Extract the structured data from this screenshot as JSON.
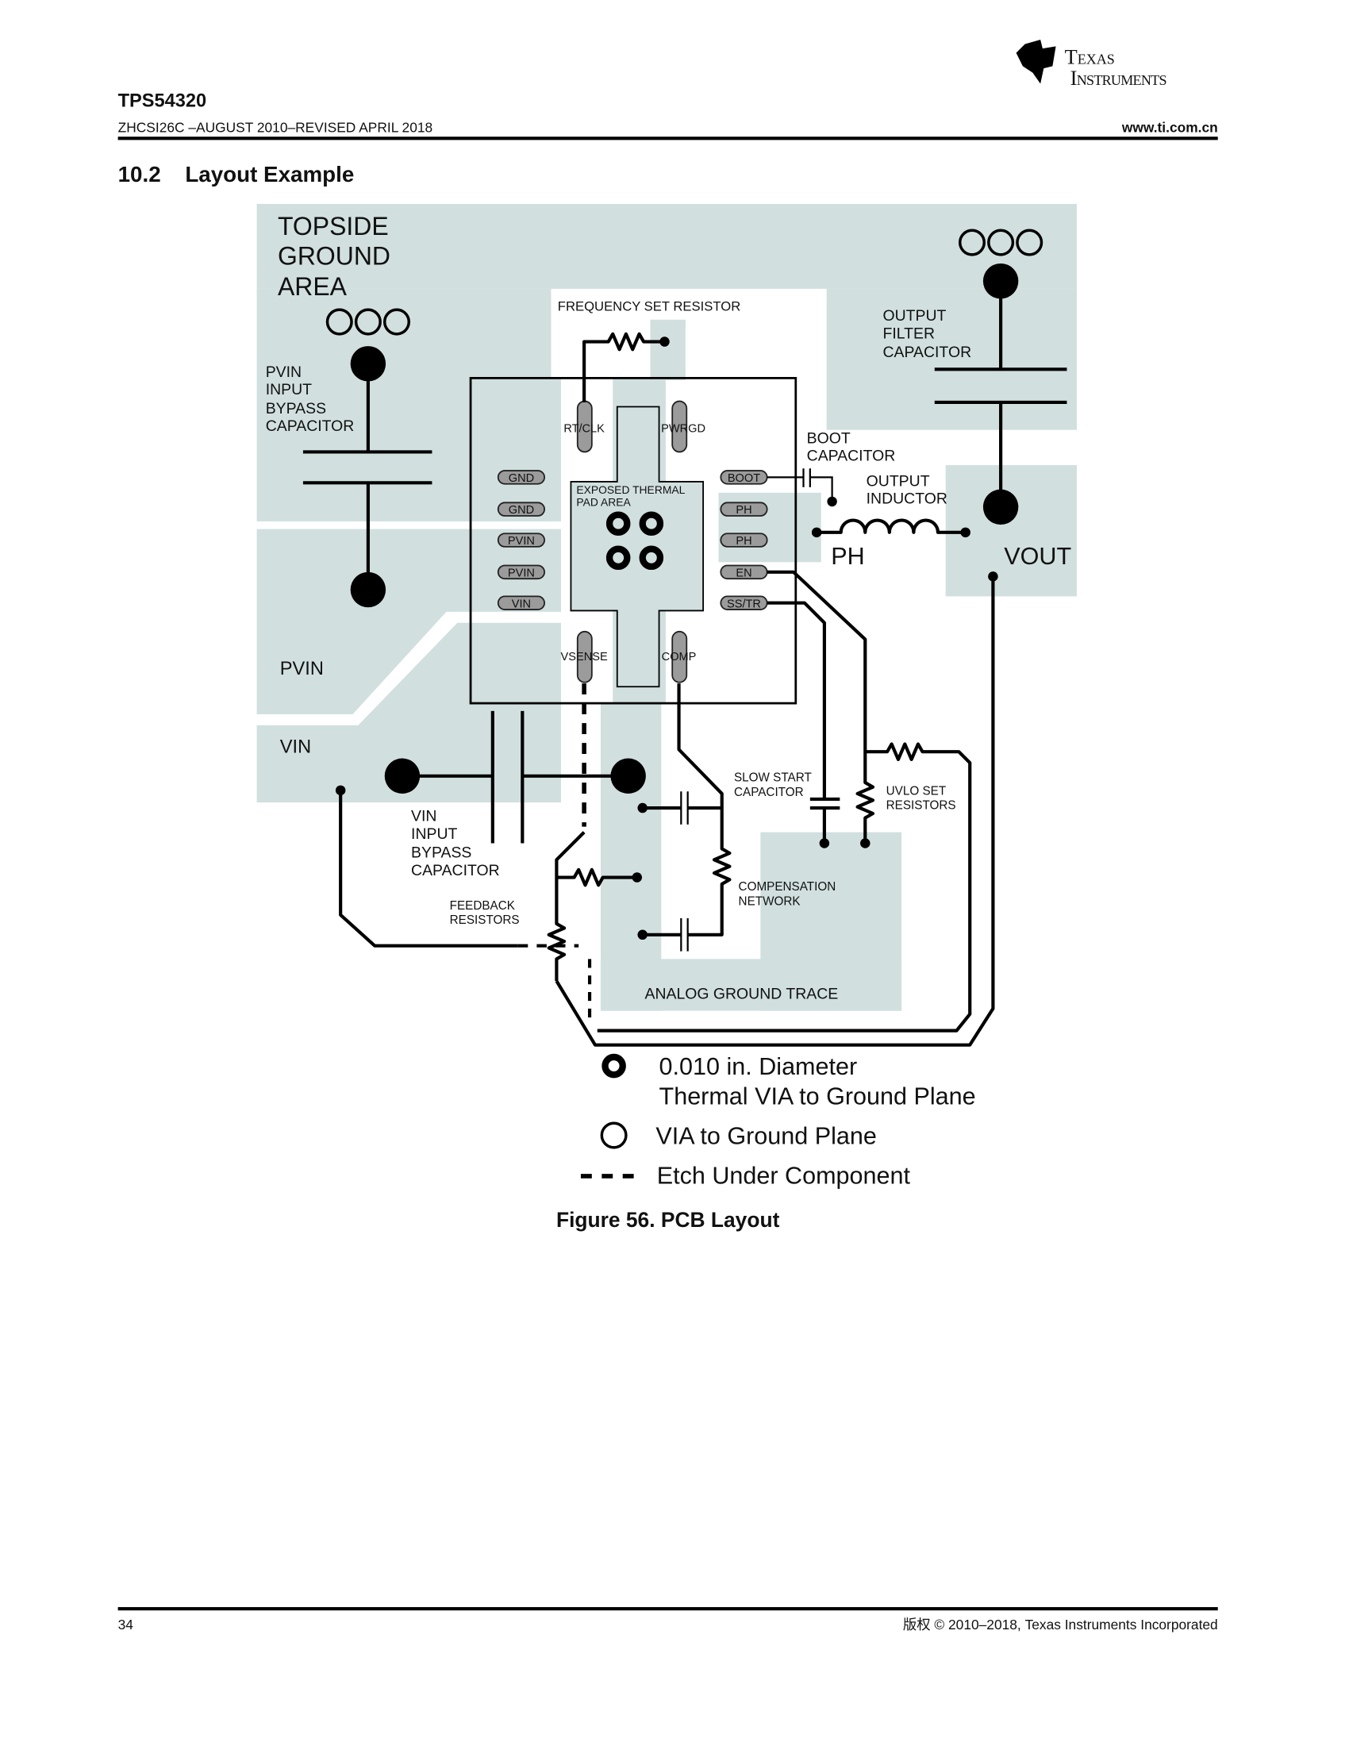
{
  "header": {
    "part_number": "TPS54320",
    "doc_id": "ZHCSI26C –AUGUST 2010–REVISED APRIL 2018",
    "website": "www.ti.com.cn",
    "logo": {
      "line1": "Texas",
      "line2": "Instruments"
    }
  },
  "section": {
    "number": "10.2",
    "title": "Layout Example"
  },
  "figure": {
    "caption": "Figure 56.  PCB Layout",
    "labels": {
      "topside": [
        "TOPSIDE",
        "GROUND",
        "AREA"
      ],
      "freq_set": "FREQUENCY SET RESISTOR",
      "output_filter": [
        "OUTPUT",
        "FILTER",
        "CAPACITOR"
      ],
      "pvin_bypass": [
        "PVIN",
        "INPUT",
        "BYPASS",
        "CAPACITOR"
      ],
      "boot_cap": [
        "BOOT",
        "CAPACITOR"
      ],
      "output_inductor": [
        "OUTPUT",
        "INDUCTOR"
      ],
      "ph": "PH",
      "vout": "VOUT",
      "pvin": "PVIN",
      "vin": "VIN",
      "thermal_pad": [
        "EXPOSED THERMAL",
        "PAD AREA"
      ],
      "slow_start": [
        "SLOW START",
        "CAPACITOR"
      ],
      "uvlo": [
        "UVLO SET",
        "RESISTORS"
      ],
      "vin_bypass": [
        "VIN",
        "INPUT",
        "BYPASS",
        "CAPACITOR"
      ],
      "feedback": [
        "FEEDBACK",
        "RESISTORS"
      ],
      "compensation": [
        "COMPENSATION",
        "NETWORK"
      ],
      "analog_ground": "ANALOG GROUND TRACE"
    },
    "pins": {
      "left": [
        "GND",
        "GND",
        "PVIN",
        "PVIN",
        "VIN"
      ],
      "right": [
        "BOOT",
        "PH",
        "PH",
        "EN",
        "SS/TR"
      ],
      "top": [
        "RT/CLK",
        "PWRGD"
      ],
      "bottom": [
        "VSENSE",
        "COMP"
      ]
    },
    "legend": {
      "thermal_via": [
        "0.010 in. Diameter",
        "Thermal VIA to Ground Plane"
      ],
      "via": "VIA to Ground Plane",
      "etch": "Etch Under Component"
    },
    "colors": {
      "copper_area": "#d1dfdf",
      "pin": "#9b9b9b"
    }
  },
  "footer": {
    "page_number": "34",
    "copyright": "版权 © 2010–2018, Texas Instruments Incorporated"
  }
}
